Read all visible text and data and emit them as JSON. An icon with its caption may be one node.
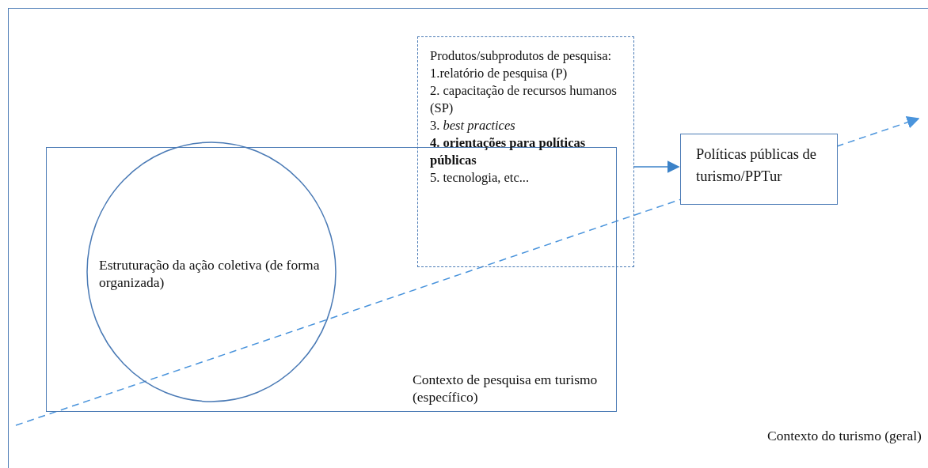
{
  "diagram": {
    "nodes": [
      {
        "text": [
          "Contexto do turismo (geral)"
        ]
      },
      {
        "text": [
          "Contexto de pesquisa em turismo (específico)"
        ],
        "in": 0
      },
      {
        "text": [
          "Estruturação da ação coletiva (de forma organizada)"
        ],
        "in": 1
      },
      {
        "text": [
          "Produtos/subprodutos de pesquisa:",
          "1.relatório de pesquisa (P)",
          "2. capacitação de recursos humanos (SP)",
          "3. *best practices*",
          "4. orientações para políticas públicas",
          "5. tecnologia, etc..."
        ],
        "in": 0
      },
      {
        "text": [
          "Políticas públicas de turismo/PPTur"
        ],
        "in": 0
      }
    ],
    "edges": [
      {
        "from": 3,
        "to": 4,
        "arrow": "to"
      }
    ]
  }
}
